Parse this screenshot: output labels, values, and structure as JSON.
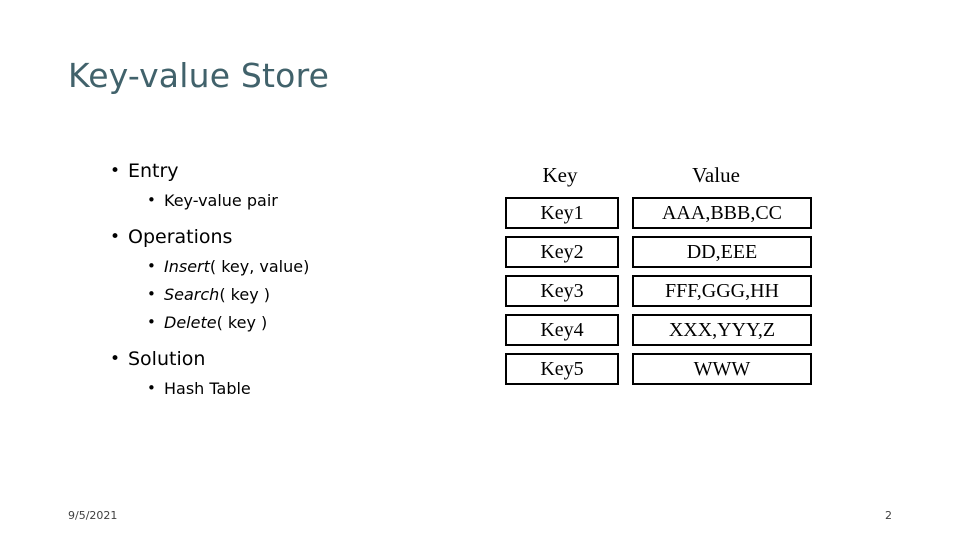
{
  "slide": {
    "title": "Key-value Store",
    "bullet_glyph": "•",
    "outline": [
      {
        "label": "Entry",
        "children": [
          {
            "label": "Key-value pair",
            "italic_prefix": ""
          }
        ]
      },
      {
        "label": "Operations",
        "children": [
          {
            "italic_prefix": "Insert",
            "label": " ( key, value)"
          },
          {
            "italic_prefix": "Search",
            "label": " ( key )"
          },
          {
            "italic_prefix": "Delete",
            "label": " ( key )"
          }
        ]
      },
      {
        "label": "Solution",
        "children": [
          {
            "label": "Hash  Table",
            "italic_prefix": ""
          }
        ]
      }
    ],
    "table": {
      "headers": [
        "Key",
        "Value"
      ],
      "rows": [
        [
          "Key1",
          "AAA,BBB,CC"
        ],
        [
          "Key2",
          "DD,EEE"
        ],
        [
          "Key3",
          "FFF,GGG,HH"
        ],
        [
          "Key4",
          "XXX,YYY,Z"
        ],
        [
          "Key5",
          "WWW"
        ]
      ]
    },
    "footer": {
      "date": "9/5/2021",
      "page_number": "2"
    }
  }
}
